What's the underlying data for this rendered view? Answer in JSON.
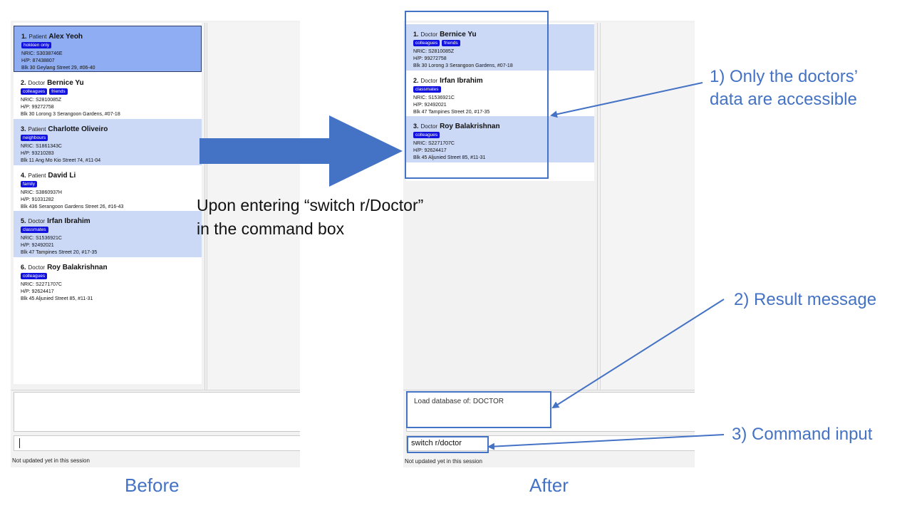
{
  "before": {
    "persons": [
      {
        "index": "1.",
        "role": "Patient",
        "name": "Alex Yeoh",
        "tags": [
          "hokkien only"
        ],
        "nric": "NRIC: S3038746E",
        "phone": "H/P: 87438807",
        "address": "Blk 30 Geylang Street 29, #06-40"
      },
      {
        "index": "2.",
        "role": "Doctor",
        "name": "Bernice Yu",
        "tags": [
          "colleagues",
          "friends"
        ],
        "nric": "NRIC: S2810085Z",
        "phone": "H/P: 99272758",
        "address": "Blk 30 Lorong 3 Serangoon Gardens, #07-18"
      },
      {
        "index": "3.",
        "role": "Patient",
        "name": "Charlotte Oliveiro",
        "tags": [
          "neighbours"
        ],
        "nric": "NRIC: S1861343C",
        "phone": "H/P: 93210283",
        "address": "Blk 11 Ang Mo Kio Street 74, #11-04"
      },
      {
        "index": "4.",
        "role": "Patient",
        "name": "David Li",
        "tags": [
          "family"
        ],
        "nric": "NRIC: S3860937H",
        "phone": "H/P: 91031282",
        "address": "Blk 436 Serangoon Gardens Street 26, #16-43"
      },
      {
        "index": "5.",
        "role": "Doctor",
        "name": "Irfan Ibrahim",
        "tags": [
          "classmates"
        ],
        "nric": "NRIC: S1536921C",
        "phone": "H/P: 92492021",
        "address": "Blk 47 Tampines Street 20, #17-35"
      },
      {
        "index": "6.",
        "role": "Doctor",
        "name": "Roy Balakrishnan",
        "tags": [
          "colleagues"
        ],
        "nric": "NRIC: S2271707C",
        "phone": "H/P: 92624417",
        "address": "Blk 45 Aljunied Street 85, #11-31"
      }
    ],
    "result_message": "",
    "command_input": "",
    "status": "Not updated yet in this session",
    "label": "Before"
  },
  "after": {
    "persons": [
      {
        "index": "1.",
        "role": "Doctor",
        "name": "Bernice Yu",
        "tags": [
          "colleagues",
          "friends"
        ],
        "nric": "NRIC: S2810085Z",
        "phone": "H/P: 99272758",
        "address": "Blk 30 Lorong 3 Serangoon Gardens, #07-18"
      },
      {
        "index": "2.",
        "role": "Doctor",
        "name": "Irfan Ibrahim",
        "tags": [
          "classmates"
        ],
        "nric": "NRIC: S1536921C",
        "phone": "H/P: 92492021",
        "address": "Blk 47 Tampines Street 20, #17-35"
      },
      {
        "index": "3.",
        "role": "Doctor",
        "name": "Roy Balakrishnan",
        "tags": [
          "colleagues"
        ],
        "nric": "NRIC: S2271707C",
        "phone": "H/P: 92624417",
        "address": "Blk 45 Aljunied Street 85, #11-31"
      }
    ],
    "result_message": "Load database of: DOCTOR",
    "command_input": "switch r/doctor",
    "status": "Not updated yet in this session",
    "label": "After"
  },
  "caption": {
    "line1": "Upon entering “switch r/Doctor”",
    "line2": "in the command box"
  },
  "annotations": {
    "a1_line1": "1) Only the doctors’",
    "a1_line2": "data are accessible",
    "a2": "2) Result message",
    "a3": "3) Command input"
  },
  "colors": {
    "accent": "#4472c4",
    "tag": "#1111e0",
    "selected_card": "#8fadf2",
    "alt_card": "#cbd9f7"
  }
}
